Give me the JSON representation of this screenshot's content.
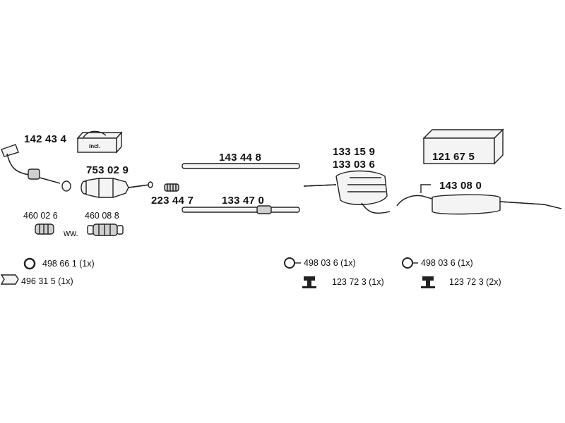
{
  "parts": {
    "p142434": "142 43 4",
    "incl": "incl.",
    "p753029": "753 02 9",
    "p223447": "223 44 7",
    "p143448": "143 44 8",
    "p133470": "133 47 0",
    "p133159": "133 15 9",
    "p133036": "133 03 6",
    "p121675": "121 67 5",
    "p143080": "143 08 0",
    "p460026": "460 02 6",
    "p460088": "460 08 8",
    "ww": "ww."
  },
  "small_parts": {
    "p498661": "498 66 1  (1x)",
    "p496315": "496 31 5  (1x)",
    "p498036a": "498 03 6  (1x)",
    "p123723a": "123 72 3  (1x)",
    "p498036b": "498 03 6  (1x)",
    "p123723b": "123 72 3  (2x)"
  }
}
